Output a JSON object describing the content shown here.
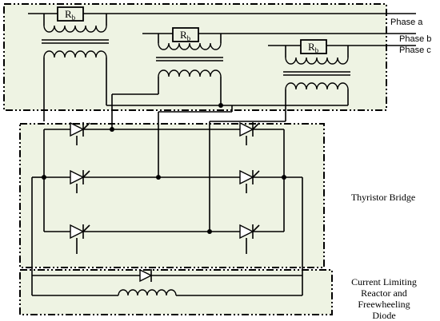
{
  "phases": {
    "a": "Phase a",
    "b": "Phase b",
    "c": "Phase c"
  },
  "resistor": {
    "symbol": "R",
    "subscript": "b"
  },
  "bridge_label": "Thyristor Bridge",
  "reactor_label": [
    "Current Limiting",
    "Reactor and",
    "Freewheeling",
    "Diode"
  ]
}
